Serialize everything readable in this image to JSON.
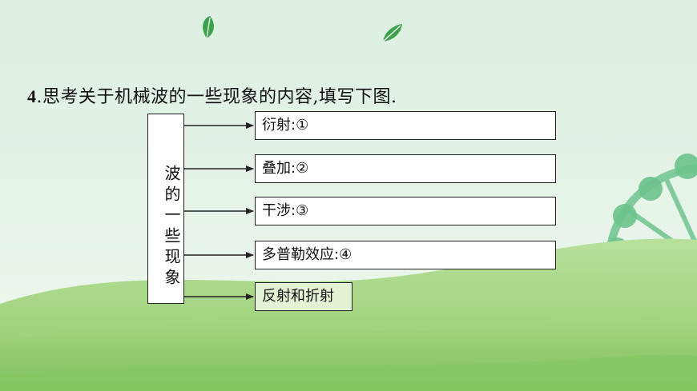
{
  "question": {
    "number": "4",
    "text": ".思考关于机械波的一些现象的内容,填写下图."
  },
  "diagram": {
    "root_label": "波的一些现象",
    "items": [
      {
        "label": "衍射:①"
      },
      {
        "label": "叠加:②"
      },
      {
        "label": "干涉:③"
      },
      {
        "label": "多普勒效应:④"
      },
      {
        "label": "反射和折射"
      }
    ]
  },
  "colors": {
    "background": "#e6f2e8",
    "hill": "#9ed07a",
    "leaf": "#3aa34c",
    "wheel": "#6cc48a",
    "highlight_box": "#e4f3d4"
  }
}
